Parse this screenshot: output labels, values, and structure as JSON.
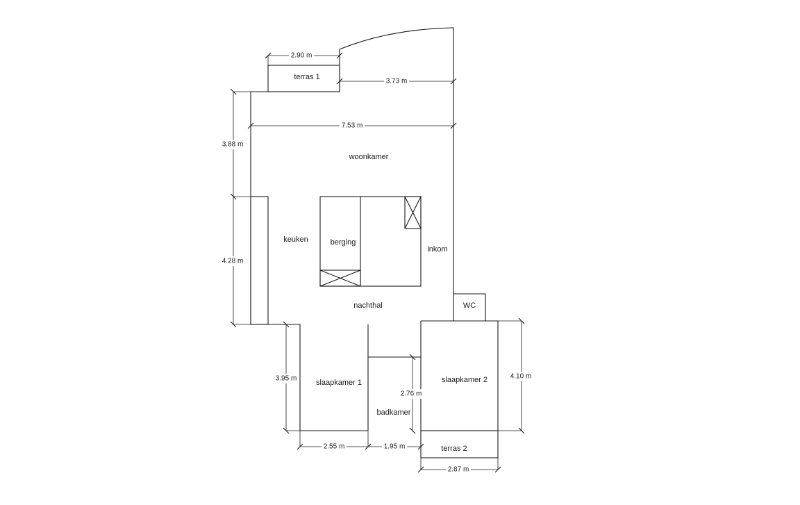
{
  "rooms": {
    "terras_1": "terras 1",
    "woonkamer": "woonkamer",
    "keuken": "keuken",
    "berging": "berging",
    "inkom": "inkom",
    "nachthal": "nachthal",
    "wc": "WC",
    "slaapkamer_1": "slaapkamer 1",
    "badkamer": "badkamer",
    "slaapkamer_2": "slaapkamer 2",
    "terras_2": "terras 2"
  },
  "dimensions": {
    "terras_1_width": "2.90 m",
    "top_right_width": "3.73 m",
    "living_width": "7.53 m",
    "living_depth": "3.88 m",
    "kitchen_depth": "4.28 m",
    "bedroom_1_depth": "3.95 m",
    "bathroom_depth": "2.76 m",
    "bedroom_2_depth": "4.10 m",
    "bedroom_1_width": "2.55 m",
    "bathroom_width": "1.95 m",
    "terras_2_width": "2.87 m"
  }
}
